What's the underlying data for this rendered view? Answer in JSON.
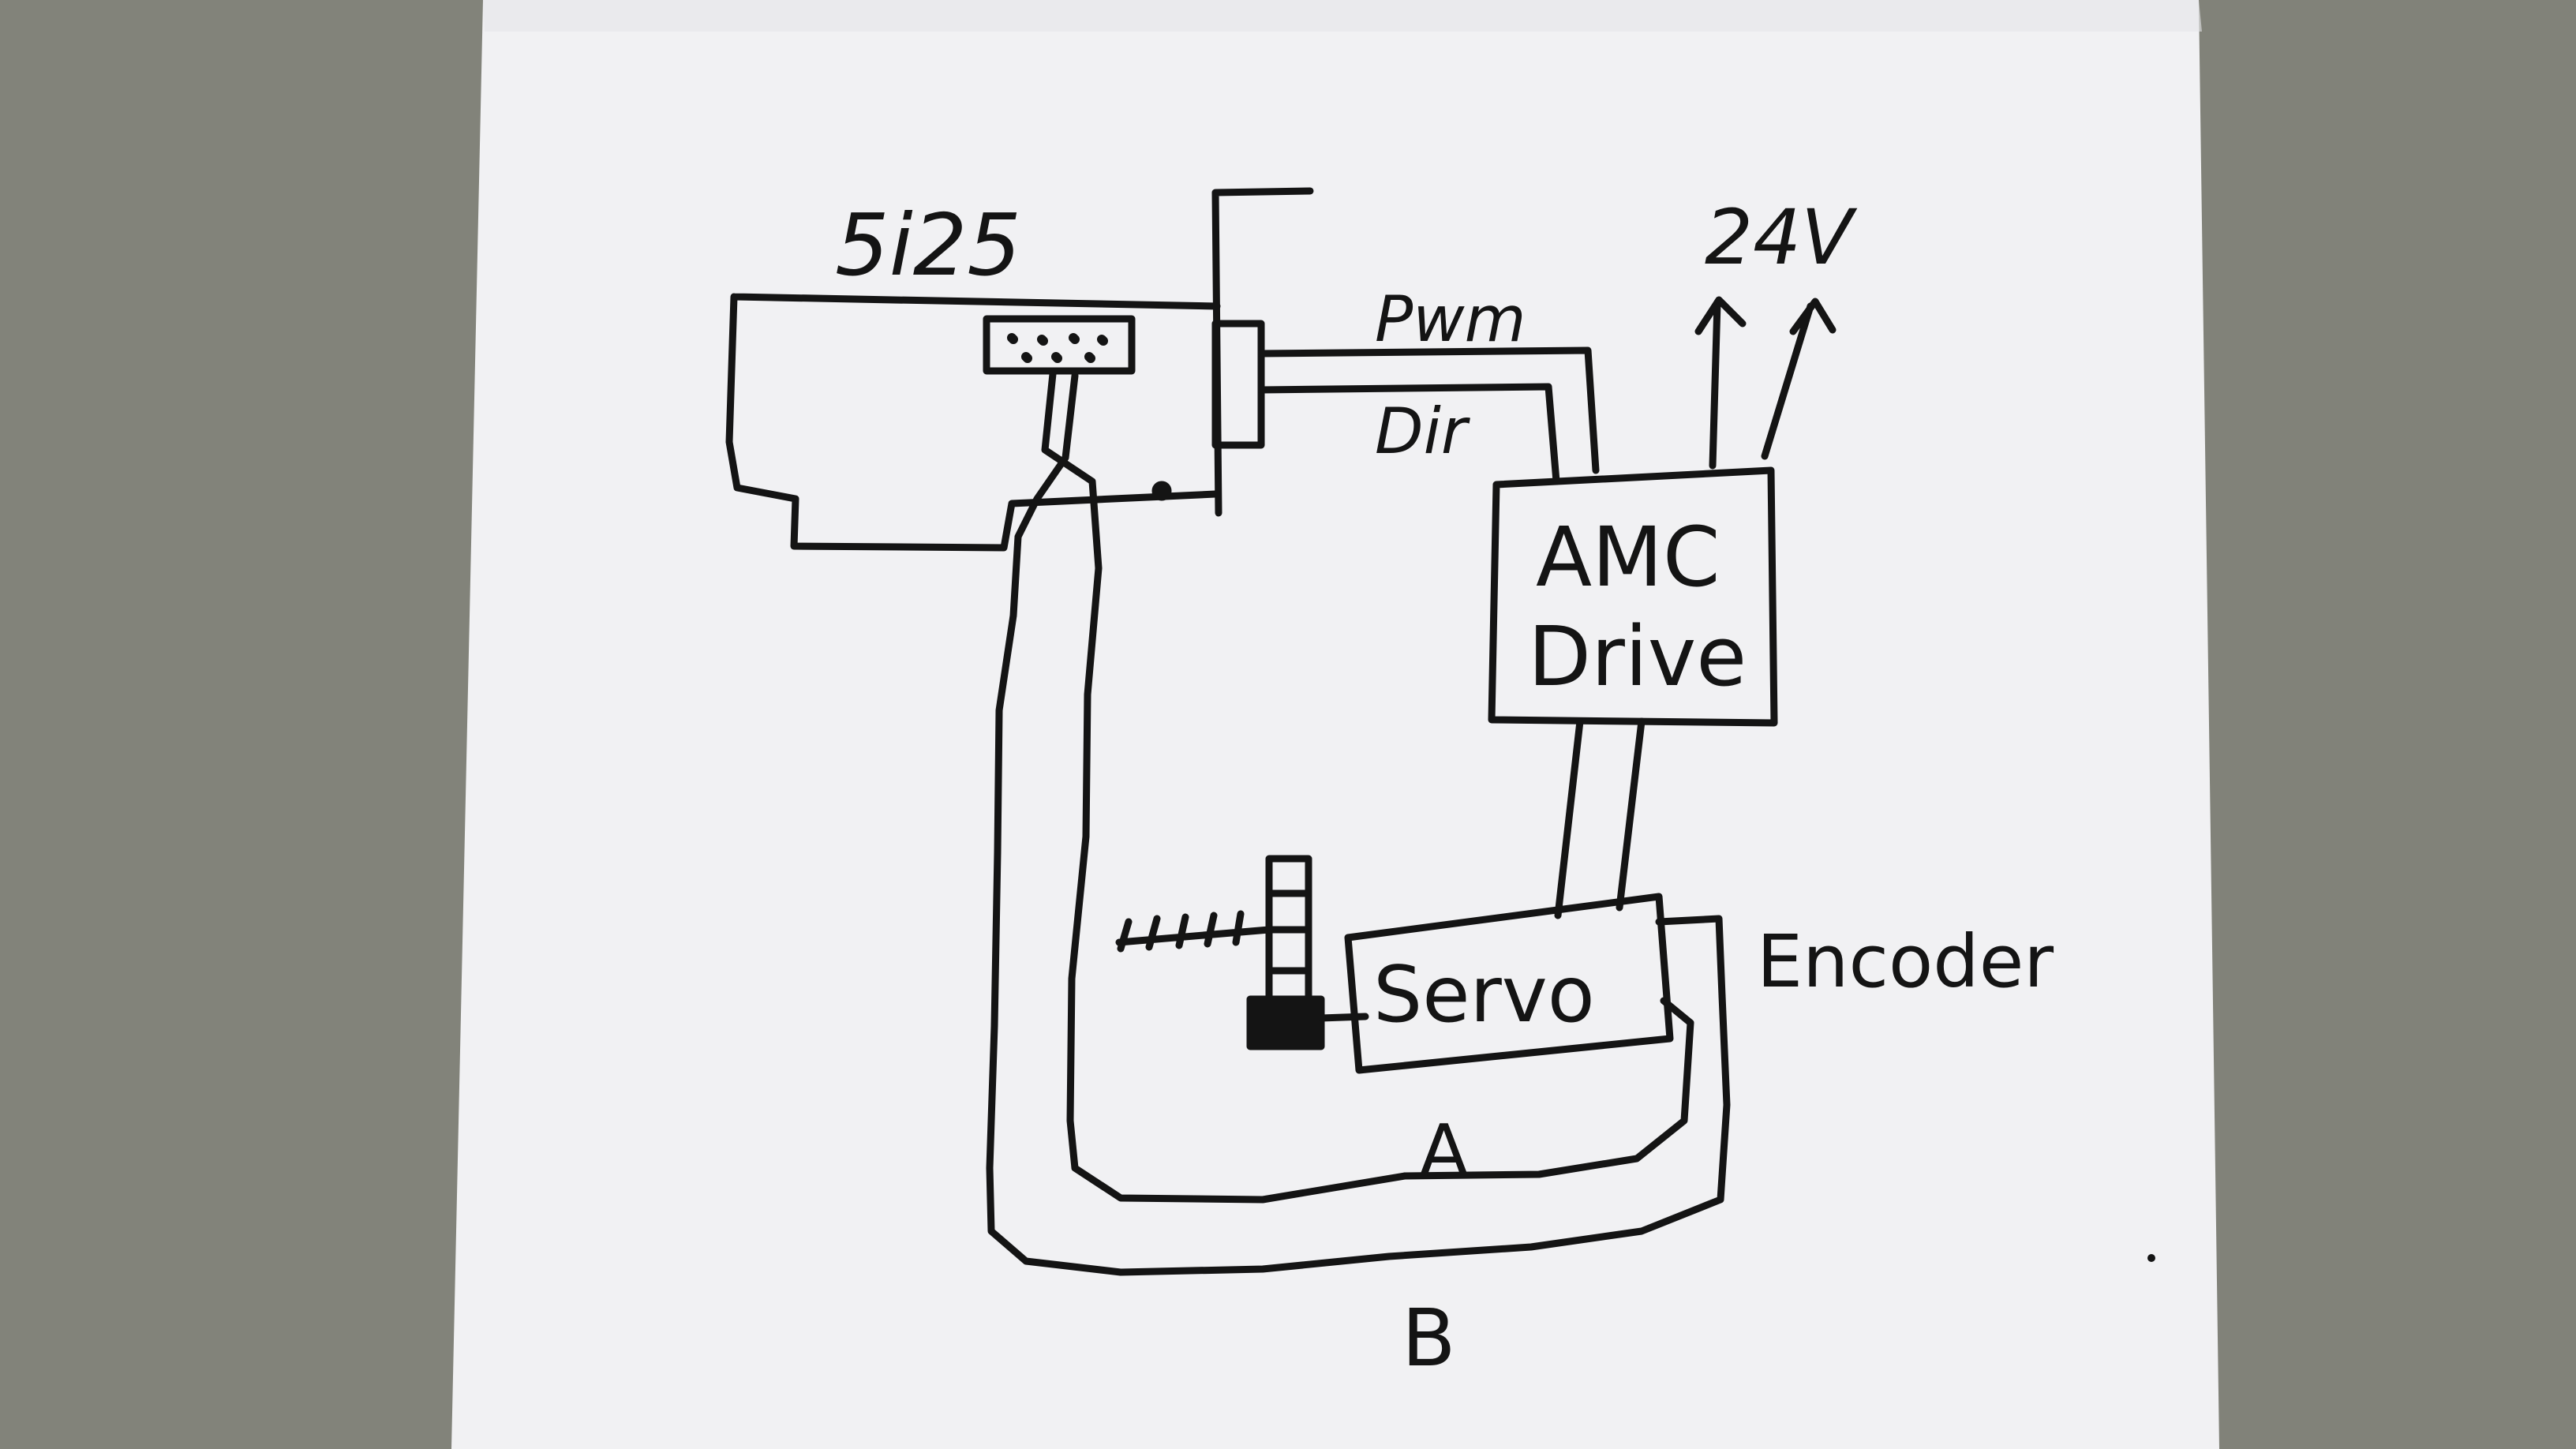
{
  "colors": {
    "ink": "#141414",
    "paper": "#f1f1f3",
    "floor": "#8a8a80"
  },
  "labels": {
    "board": "5i25",
    "pwm": "Pwm",
    "dir": "Dir",
    "power": "24V",
    "drive_line1": "AMC",
    "drive_line2": "Drive",
    "servo": "Servo",
    "encoder": "Encoder",
    "channel_a": "A",
    "channel_b": "B"
  }
}
